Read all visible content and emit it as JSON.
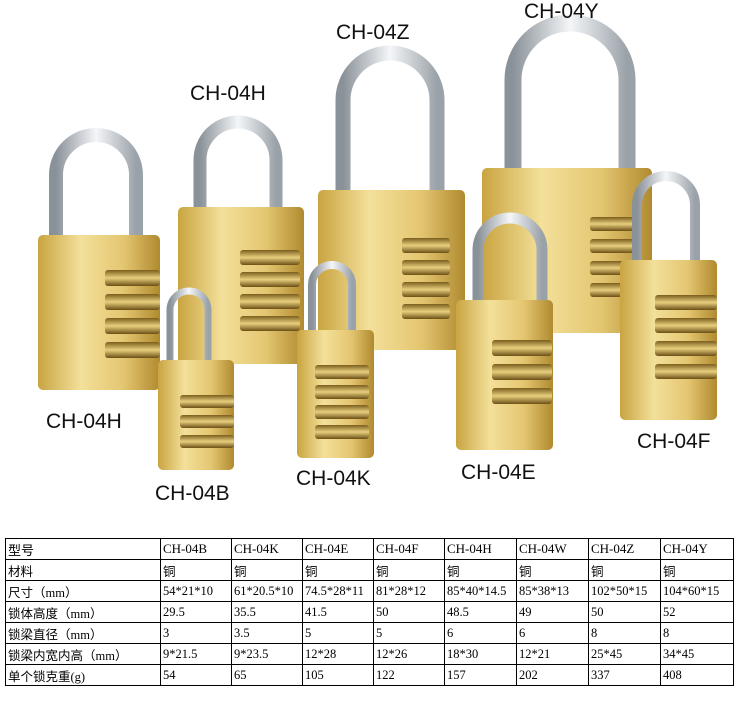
{
  "labels": {
    "lock_h_left": "CH-04H",
    "lock_h_top": "CH-04H",
    "lock_b": "CH-04B",
    "lock_k": "CH-04K",
    "lock_z": "CH-04Z",
    "lock_y": "CH-04Y",
    "lock_e": "CH-04E",
    "lock_f": "CH-04F"
  },
  "colors": {
    "brass_light": "#f1dc95",
    "brass_mid": "#d9b85a",
    "brass_dark": "#a88428",
    "chrome": "#d8dde2"
  },
  "table": {
    "header": {
      "label": "型号",
      "models": [
        "CH-04B",
        "CH-04K",
        "CH-04E",
        "CH-04F",
        "CH-04H",
        "CH-04W",
        "CH-04Z",
        "CH-04Y"
      ]
    },
    "rows": [
      {
        "label": "材料",
        "values": [
          "铜",
          "铜",
          "铜",
          "铜",
          "铜",
          "铜",
          "铜",
          "铜"
        ]
      },
      {
        "label": "尺寸（mm）",
        "values": [
          "54*21*10",
          "61*20.5*10",
          "74.5*28*11",
          "81*28*12",
          "85*40*14.5",
          "85*38*13",
          "102*50*15",
          "104*60*15"
        ]
      },
      {
        "label": "锁体高度（mm）",
        "values": [
          "29.5",
          "35.5",
          "41.5",
          "50",
          "48.5",
          "49",
          "50",
          "52"
        ]
      },
      {
        "label": "锁梁直径（mm）",
        "values": [
          "3",
          "3.5",
          "5",
          "5",
          "6",
          "6",
          "8",
          "8"
        ]
      },
      {
        "label": "锁梁内宽内高（mm）",
        "values": [
          "9*21.5",
          "9*23.5",
          "12*28",
          "12*26",
          "18*30",
          "12*21",
          "25*45",
          "34*45"
        ]
      },
      {
        "label": "单个锁克重(g)",
        "values": [
          "54",
          "65",
          "105",
          "122",
          "157",
          "202",
          "337",
          "408"
        ]
      }
    ]
  }
}
